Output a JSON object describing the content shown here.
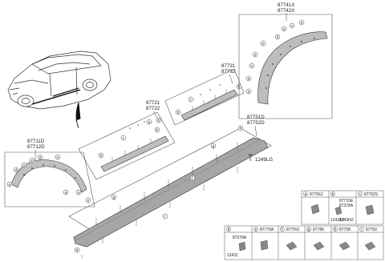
{
  "diagram": {
    "part_numbers": {
      "fender_rear_pair": [
        "87741X",
        "87742X"
      ],
      "door_rear_pair": [
        "87731",
        "87732"
      ],
      "door_front_pair": [
        "87721",
        "87722"
      ],
      "fender_front_pair": [
        "87711D",
        "87712D"
      ],
      "sill_pair": [
        "87751D",
        "87752D"
      ],
      "screw": "1249LG"
    },
    "callout_letters": [
      "a",
      "b",
      "c",
      "d",
      "e",
      "f",
      "g",
      "h",
      "i"
    ],
    "legend": {
      "row1": [
        {
          "letter": "a",
          "part": "87756J"
        },
        {
          "letter": "b",
          "part": "",
          "sub_parts": [
            "87715E",
            "87378A",
            "1243AJ",
            "1243HZ"
          ]
        },
        {
          "letter": "c",
          "part": "87702S"
        }
      ],
      "row2": [
        {
          "letter": "d",
          "part": "",
          "sub_parts": [
            "87378A",
            "12431"
          ]
        },
        {
          "letter": "e",
          "part": "87770A"
        },
        {
          "letter": "f",
          "part": "87759J"
        },
        {
          "letter": "g",
          "part": "87786"
        },
        {
          "letter": "h",
          "part": "87758"
        },
        {
          "letter": "i",
          "part": "87750"
        }
      ]
    },
    "colors": {
      "line": "#333333",
      "part_fill": "#bdbdbd",
      "part_dark": "#555555",
      "box_stroke": "#555555"
    }
  }
}
